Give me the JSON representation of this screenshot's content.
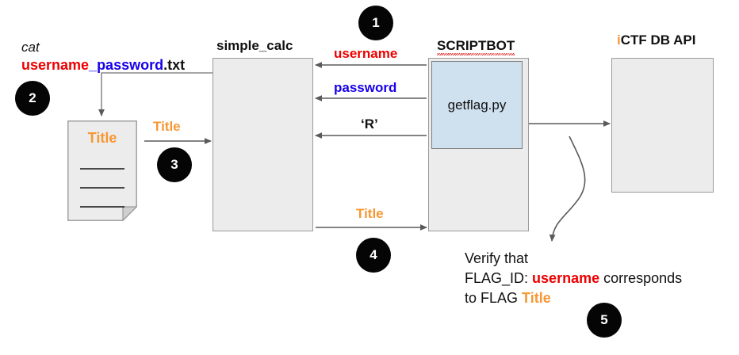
{
  "diagram": {
    "title_colors": {
      "accent_orange": "#f79733",
      "accent_red": "#ee0000",
      "accent_blue": "#1800e8",
      "box_fill": "#ececec",
      "inner_fill": "#cfe0ef",
      "badge_fill": "#050505",
      "stroke": "#5a5a5a"
    },
    "nodes": {
      "simple_calc": {
        "label": "simple_calc"
      },
      "scriptbot": {
        "label": "SCRIPTBOT",
        "inner_label": "getflag.py"
      },
      "ictf_db_api": {
        "label_prefix": "i",
        "label_rest": "CTF DB API"
      },
      "document": {
        "title": "Title"
      }
    },
    "command": {
      "cat": "cat",
      "user_part": "username",
      "sep": "_",
      "pass_part": "password",
      "ext": ".txt"
    },
    "edges": [
      {
        "id": "doc-to-calc",
        "label": "Title"
      },
      {
        "id": "scriptbot-username",
        "label": "username"
      },
      {
        "id": "scriptbot-password",
        "label": "password"
      },
      {
        "id": "scriptbot-r",
        "label": "‘R’"
      },
      {
        "id": "calc-to-scriptbot",
        "label": "Title"
      }
    ],
    "badges": [
      {
        "n": "1"
      },
      {
        "n": "2"
      },
      {
        "n": "3"
      },
      {
        "n": "4"
      },
      {
        "n": "5"
      }
    ],
    "verify_note": {
      "line1": "Verify that",
      "line2_a": "FLAG_ID:",
      "line2_b": "username",
      "line2_c": "corresponds",
      "line3_a": "to FLAG",
      "line3_b": "Title"
    }
  }
}
